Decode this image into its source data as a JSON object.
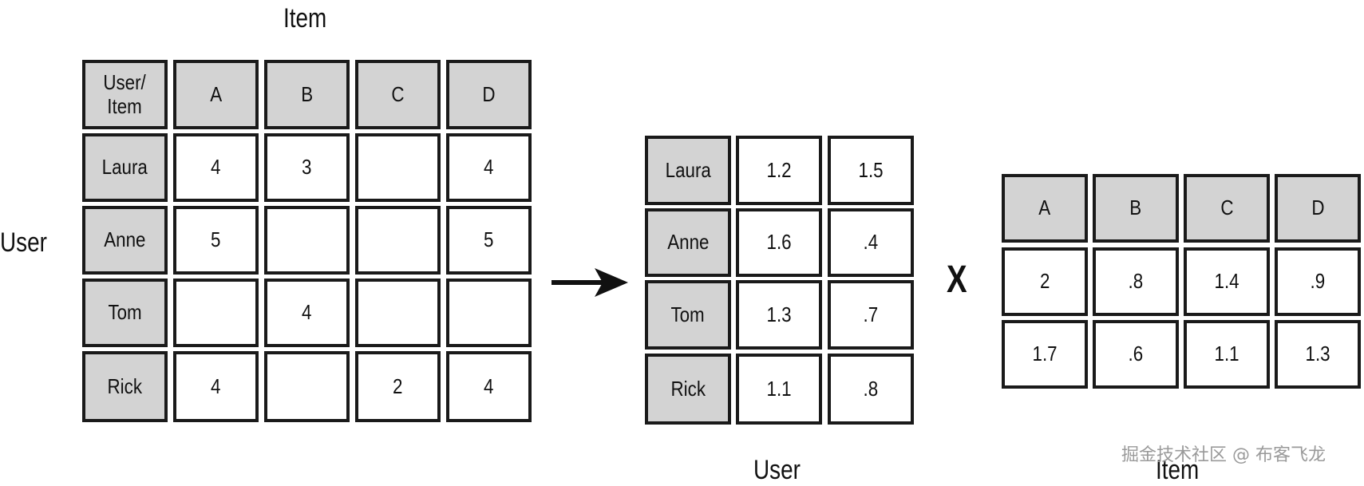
{
  "rating_matrix": {
    "title_top": "Item",
    "title_side": "User",
    "corner_label": "User/\nItem",
    "col_headers": [
      "A",
      "B",
      "C",
      "D"
    ],
    "row_headers": [
      "Laura",
      "Anne",
      "Tom",
      "Rick"
    ],
    "cells": [
      [
        "4",
        "3",
        "",
        "4"
      ],
      [
        "5",
        "",
        "",
        "5"
      ],
      [
        "",
        "4",
        "",
        ""
      ],
      [
        "4",
        "",
        "2",
        "4"
      ]
    ]
  },
  "user_matrix": {
    "title": "User",
    "row_headers": [
      "Laura",
      "Anne",
      "Tom",
      "Rick"
    ],
    "cells": [
      [
        "1.2",
        "1.5"
      ],
      [
        "1.6",
        ".4"
      ],
      [
        "1.3",
        ".7"
      ],
      [
        "1.1",
        ".8"
      ]
    ]
  },
  "operator": "X",
  "item_matrix": {
    "title": "Item",
    "col_headers": [
      "A",
      "B",
      "C",
      "D"
    ],
    "cells": [
      [
        "2",
        ".8",
        "1.4",
        ".9"
      ],
      [
        "1.7",
        ".6",
        "1.1",
        "1.3"
      ]
    ]
  },
  "watermark": "掘金技术社区 @ 布客飞龙"
}
